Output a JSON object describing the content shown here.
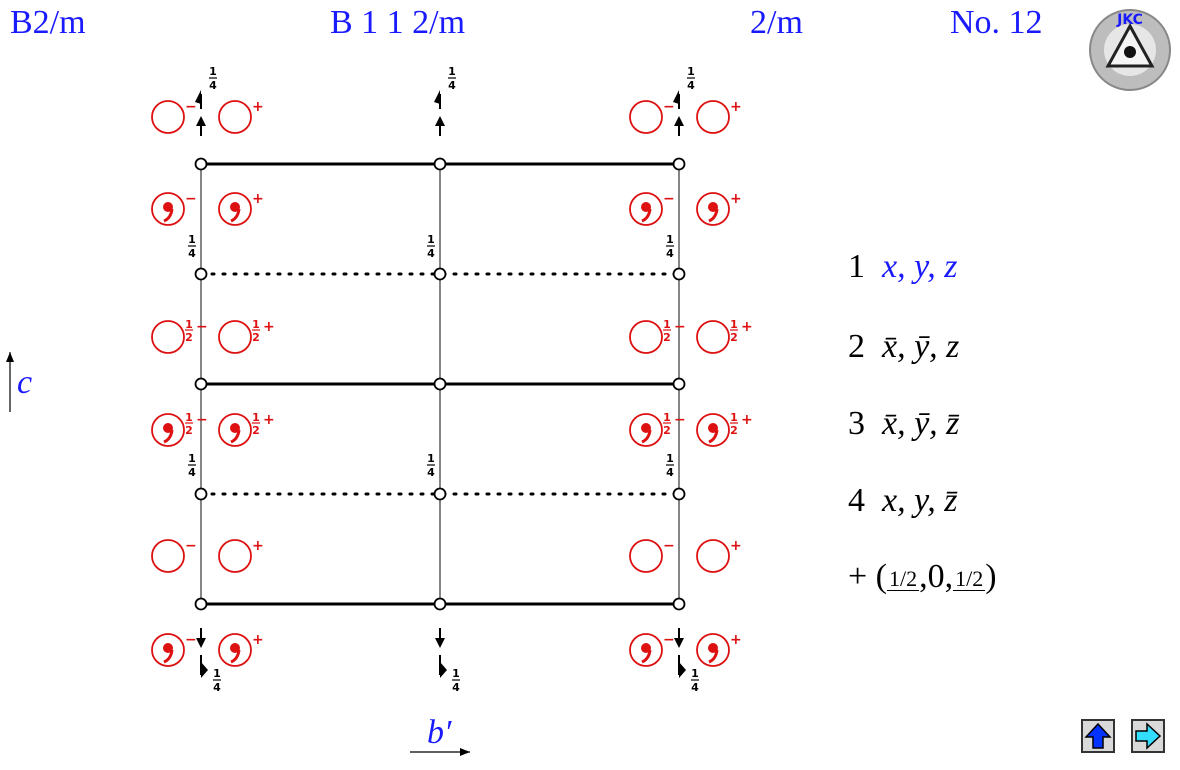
{
  "header": {
    "short_symbol": "B2/m",
    "full_symbol": "B 1 1 2/m",
    "point_group": "2/m",
    "number": "No. 12"
  },
  "axes": {
    "horizontal": "b′",
    "vertical": "c"
  },
  "labels": {
    "quarter": "1/4",
    "half_minus": "1/2−",
    "half_plus": "1/2+",
    "minus": "−",
    "plus": "+"
  },
  "positions": [
    {
      "index": "1",
      "coords": "x, y, z",
      "highlight": true
    },
    {
      "index": "2",
      "coords": "x̄, ȳ, z",
      "highlight": false
    },
    {
      "index": "3",
      "coords": "x̄, ȳ, z̄",
      "highlight": false
    },
    {
      "index": "4",
      "coords": "x, y, z̄",
      "highlight": false
    }
  ],
  "centering": {
    "prefix": "+ (",
    "a": "1/2",
    "b": "0",
    "c": "1/2",
    "suffix": ")"
  },
  "logo": {
    "text": "JKC"
  },
  "navigation": {
    "up": "up-arrow-icon",
    "next": "right-arrow-icon"
  },
  "colors": {
    "accent": "#1a1aff",
    "symbol": "#dd1111",
    "nav_up": "#0033ff",
    "nav_next": "#33ddff"
  }
}
